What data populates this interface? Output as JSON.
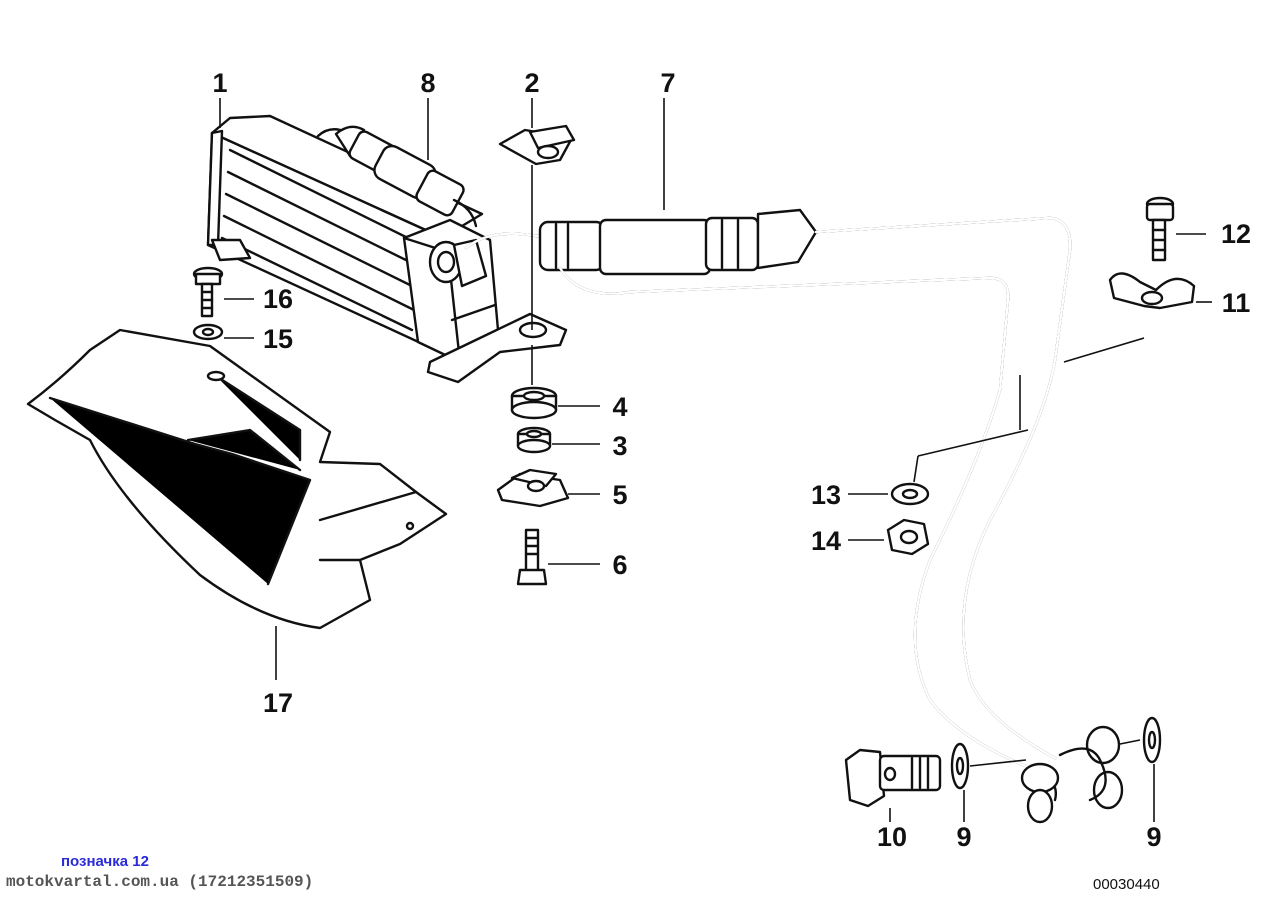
{
  "callouts": {
    "p1": "1",
    "p2": "2",
    "p3": "3",
    "p4": "4",
    "p5": "5",
    "p6": "6",
    "p7": "7",
    "p8": "8",
    "p9a": "9",
    "p9b": "9",
    "p10": "10",
    "p11": "11",
    "p12": "12",
    "p13": "13",
    "p14": "14",
    "p15": "15",
    "p16": "16",
    "p17": "17"
  },
  "footer": {
    "note": "позначка 12",
    "site": "motokvartal.com.ua (17212351509)",
    "diagram_id": "00030440"
  },
  "colors": {
    "line": "#111111",
    "note": "#2a2ad8",
    "site": "#555555"
  }
}
